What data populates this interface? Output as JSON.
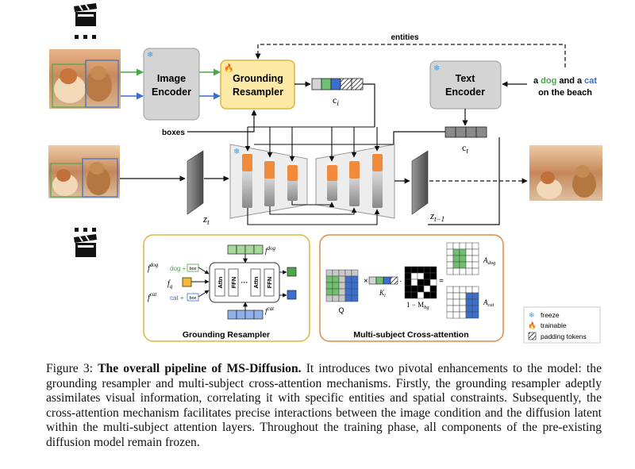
{
  "diagram": {
    "image_encoder": {
      "line1": "Image",
      "line2": "Encoder"
    },
    "grounding_resampler": {
      "line1": "Grounding",
      "line2": "Resampler"
    },
    "text_encoder": {
      "line1": "Text",
      "line2": "Encoder"
    },
    "entities_label": "entities",
    "boxes_label": "boxes",
    "prompt": {
      "line1_a": "a ",
      "line1_dog": "dog",
      "line1_and": " and a ",
      "line1_cat": "cat",
      "line2": "on the beach"
    },
    "ci_label": "c",
    "ci_sub": "i",
    "ct_label": "c",
    "ct_sub": "t",
    "zt_label": "z",
    "zt_sub": "t",
    "zt1_label": "z",
    "zt1_sub": "t−1",
    "resampler_panel": {
      "title": "Grounding Resampler",
      "f_dog": "f",
      "f_dog_sup": "dog",
      "f_dog_sub": "g",
      "dog_word": "dog +",
      "fq": "f",
      "fq_sub": "q",
      "f_cat": "f",
      "f_cat_sup": "cat",
      "f_cat_sub": "g",
      "cat_word": "cat +",
      "box": "box",
      "attn": "Attn",
      "ffn": "FFN",
      "dots": "···",
      "fi_dog": "f",
      "fi_dog_sub": "i",
      "fi_dog_sup": "dog",
      "fi_cat": "f",
      "fi_cat_sub": "i",
      "fi_cat_sup": "cat"
    },
    "attention_panel": {
      "title": "Multi-subject Cross-attention",
      "q": "Q",
      "ki": "K",
      "ki_sub": "i",
      "mask": "1 − M",
      "mask_sub": "bg",
      "a_dog": "A",
      "a_dog_sub": "dog",
      "a_cat": "A",
      "a_cat_sub": "cat",
      "times": "×",
      "dot": "·",
      "equals": "="
    },
    "legend": {
      "freeze": "freeze",
      "trainable": "trainable",
      "padding": "padding tokens"
    }
  },
  "caption": {
    "prefix": "Figure 3: ",
    "title": "The overall pipeline of MS-Diffusion.",
    "body": " It introduces two pivotal enhancements to the model: the grounding resampler and multi-subject cross-attention mechanisms. Firstly, the grounding resampler adeptly assimilates visual information, correlating it with specific entities and spatial constraints. Subsequently, the cross-attention mechanism facilitates precise interactions between the image condition and the diffusion latent within the multi-subject attention layers. Throughout the training phase, all components of the pre-existing diffusion model remain frozen."
  },
  "colors": {
    "dog": "#4aa84a",
    "cat": "#3a6fd0",
    "resampler_fill": "#fdeaa6",
    "resampler_border": "#e0b53c",
    "attention_border": "#e08a4a",
    "encoder_fill": "#d4d4d4",
    "token_orange": "#f28a3c"
  },
  "icons": [
    "clapperboard-icon",
    "snowflake-icon",
    "flame-icon",
    "hatched-token-icon"
  ]
}
